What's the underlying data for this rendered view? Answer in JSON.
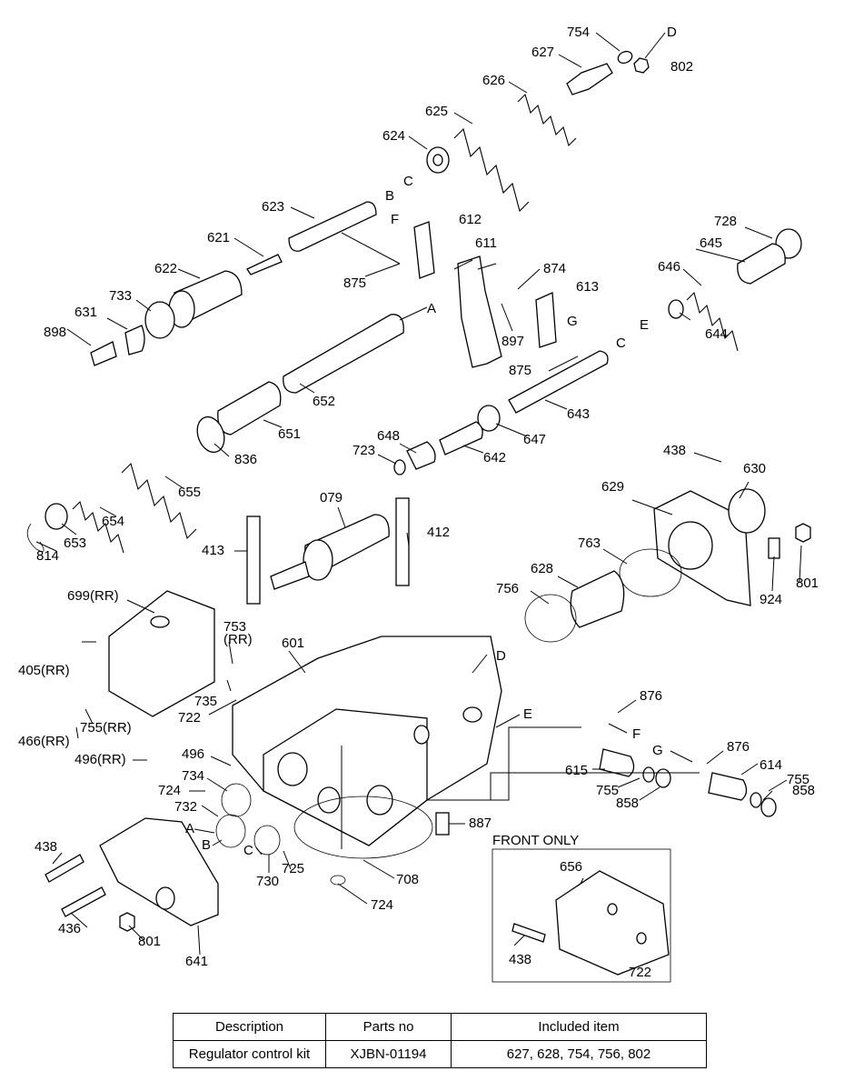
{
  "diagram": {
    "callouts": [
      "754",
      "D",
      "627",
      "802",
      "626",
      "625",
      "624",
      "C",
      "623",
      "B",
      "F",
      "612",
      "621",
      "611",
      "874",
      "622",
      "875",
      "733",
      "A",
      "613",
      "G",
      "631",
      "898",
      "897",
      "C",
      "875",
      "652",
      "728",
      "645",
      "646",
      "E",
      "644",
      "643",
      "651",
      "836",
      "648",
      "647",
      "642",
      "723",
      "655",
      "438",
      "630",
      "629",
      "654",
      "653",
      "814",
      "079",
      "412",
      "413",
      "763",
      "628",
      "801",
      "756",
      "924",
      "699(RR)",
      "601",
      "753",
      "(RR)",
      "405(RR)",
      "735",
      "D",
      "722",
      "E",
      "755(RR)",
      "466(RR)",
      "876",
      "F",
      "496(RR)",
      "496",
      "G",
      "876",
      "614",
      "615",
      "755",
      "755",
      "858",
      "858",
      "724",
      "734",
      "732",
      "A",
      "B",
      "C",
      "887",
      "730",
      "725",
      "708",
      "438",
      "724",
      "436",
      "801",
      "641",
      "656",
      "438",
      "722"
    ],
    "inset_label": "FRONT ONLY"
  },
  "kit_table": {
    "headers": [
      "Description",
      "Parts no",
      "Included item"
    ],
    "rows": [
      [
        "Regulator control  kit",
        "XJBN-01194",
        "627, 628, 754, 756, 802"
      ]
    ]
  }
}
